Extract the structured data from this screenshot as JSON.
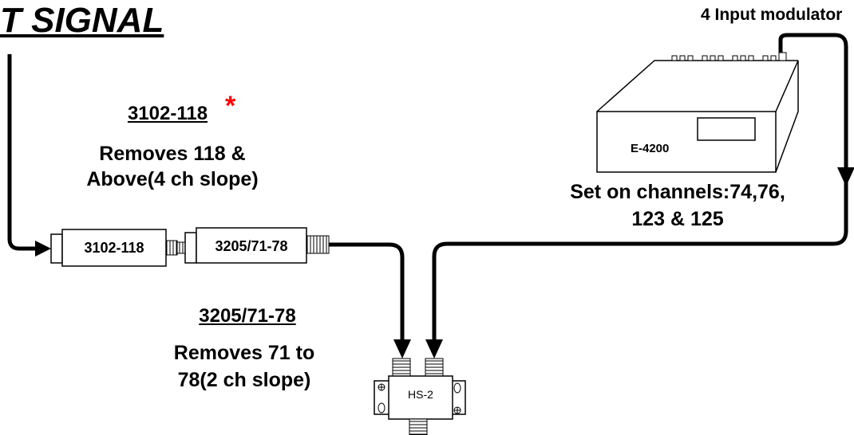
{
  "title": "T SIGNAL",
  "modulator": {
    "heading": "4 Input modulator",
    "model": "E-4200",
    "note_line1": "Set on channels:74,76,",
    "note_line2": "123 & 125"
  },
  "filter1": {
    "heading": "3102-118",
    "asterisk": "*",
    "desc_line1": "Removes 118 &",
    "desc_line2": "Above(4 ch slope)",
    "box_label": "3102-118"
  },
  "filter2": {
    "heading": "3205/71-78",
    "desc_line1": "Removes 71 to",
    "desc_line2": "78(2 ch slope)",
    "box_label": "3205/71-78"
  },
  "combiner": {
    "label": "HS-2"
  },
  "colors": {
    "line": "#000000",
    "asterisk": "#ff0000",
    "background": "#ffffff"
  }
}
